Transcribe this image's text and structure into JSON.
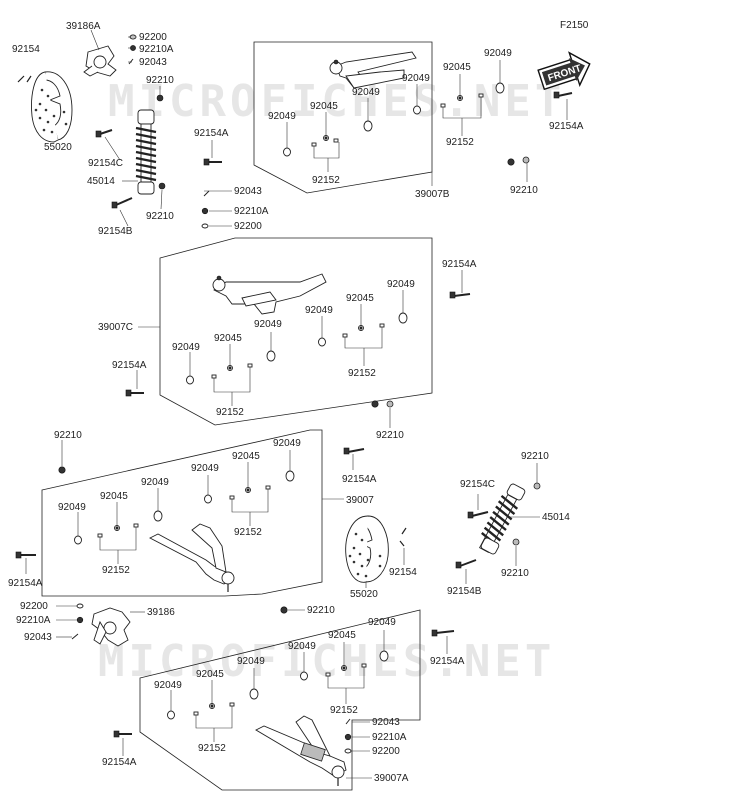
{
  "figure_code": "F2150",
  "front_arrow_text": "FRONT",
  "watermark": [
    "MICROFICHES.NET",
    "MICROFICHES.NET"
  ],
  "labels": {
    "l92154_tl": "92154",
    "l39186A": "39186A",
    "l92200_t": "92200",
    "l92210A_t": "92210A",
    "l92043_t": "92043",
    "l92210_t": "92210",
    "l55020_t": "55020",
    "l92154C_t": "92154C",
    "l45014_t": "45014",
    "l92154B_t": "92154B",
    "l92210_t2": "92210",
    "l92154A_t": "92154A",
    "l92043_m": "92043",
    "l92210A_m": "92210A",
    "l92200_m": "92200",
    "b1_92049_a": "92049",
    "b1_92045_a": "92045",
    "b1_92049_b": "92049",
    "b1_92152_a": "92152",
    "b1_92049_c": "92049",
    "b1_92045_b": "92045",
    "b1_92049_d": "92049",
    "b1_92152_b": "92152",
    "l39007B": "39007B",
    "l92154A_tr": "92154A",
    "l92210_tr": "92210",
    "l92154A_r1": "92154A",
    "l39007C": "39007C",
    "b2_92049_a": "92049",
    "b2_92045_a": "92045",
    "b2_92049_b": "92049",
    "b2_92152_a": "92152",
    "b2_92049_c": "92049",
    "b2_92045_b": "92045",
    "b2_92049_d": "92049",
    "b2_92152_b": "92152",
    "l92154A_m": "92154A",
    "l92210_m": "92210",
    "l92210_l": "92210",
    "b3_92049_a": "92049",
    "b3_92045_a": "92045",
    "b3_92049_b": "92049",
    "b3_92152_a": "92152",
    "b3_92049_c": "92049",
    "b3_92045_b": "92045",
    "b3_92049_d": "92049",
    "b3_92152_b": "92152",
    "l39007": "39007",
    "l92154A_r2": "92154A",
    "l92210_r": "92210",
    "l92154C_r": "92154C",
    "l45014_r": "45014",
    "l92154B_r": "92154B",
    "l92210_r2": "92210",
    "l55020_r": "55020",
    "l92154_r": "92154",
    "l92154A_l": "92154A",
    "l92200_l": "92200",
    "l92210A_l": "92210A",
    "l39186": "39186",
    "l92043_l": "92043",
    "l92210_b": "92210",
    "l92154A_r3": "92154A",
    "b4_92049_a": "92049",
    "b4_92045_a": "92045",
    "b4_92049_b": "92049",
    "b4_92152_a": "92152",
    "b4_92049_c": "92049",
    "b4_92045_b": "92045",
    "b4_92049_d": "92049",
    "b4_92152_b": "92152",
    "l92043_b": "92043",
    "l92210A_b": "92210A",
    "l92200_b": "92200",
    "l92154A_bl": "92154A",
    "l39007A": "39007A"
  }
}
